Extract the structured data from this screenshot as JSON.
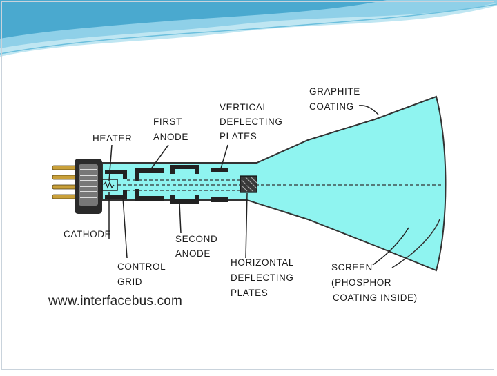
{
  "colors": {
    "tube_fill": "#8ff4f0",
    "tube_outline": "#333333",
    "banner_dark": "#4aa9cf",
    "banner_light": "#bfe6f2",
    "page_bg": "#ffffff"
  },
  "labels": {
    "heater": "HEATER",
    "first_anode": [
      "FIRST",
      "ANODE"
    ],
    "vertical_deflecting_plates": [
      "VERTICAL",
      "DEFLECTING",
      "PLATES"
    ],
    "graphite_coating": [
      "GRAPHITE",
      "COATING"
    ],
    "cathode": "CATHODE",
    "control_grid": [
      "CONTROL",
      "GRID"
    ],
    "second_anode": [
      "SECOND",
      "ANODE"
    ],
    "horizontal_deflecting_plates": [
      "HORIZONTAL",
      "DEFLECTING",
      "PLATES"
    ],
    "screen": [
      "SCREEN",
      "(PHOSPHOR",
      "COATING INSIDE)"
    ]
  },
  "watermark": "www.interfacebus.com"
}
